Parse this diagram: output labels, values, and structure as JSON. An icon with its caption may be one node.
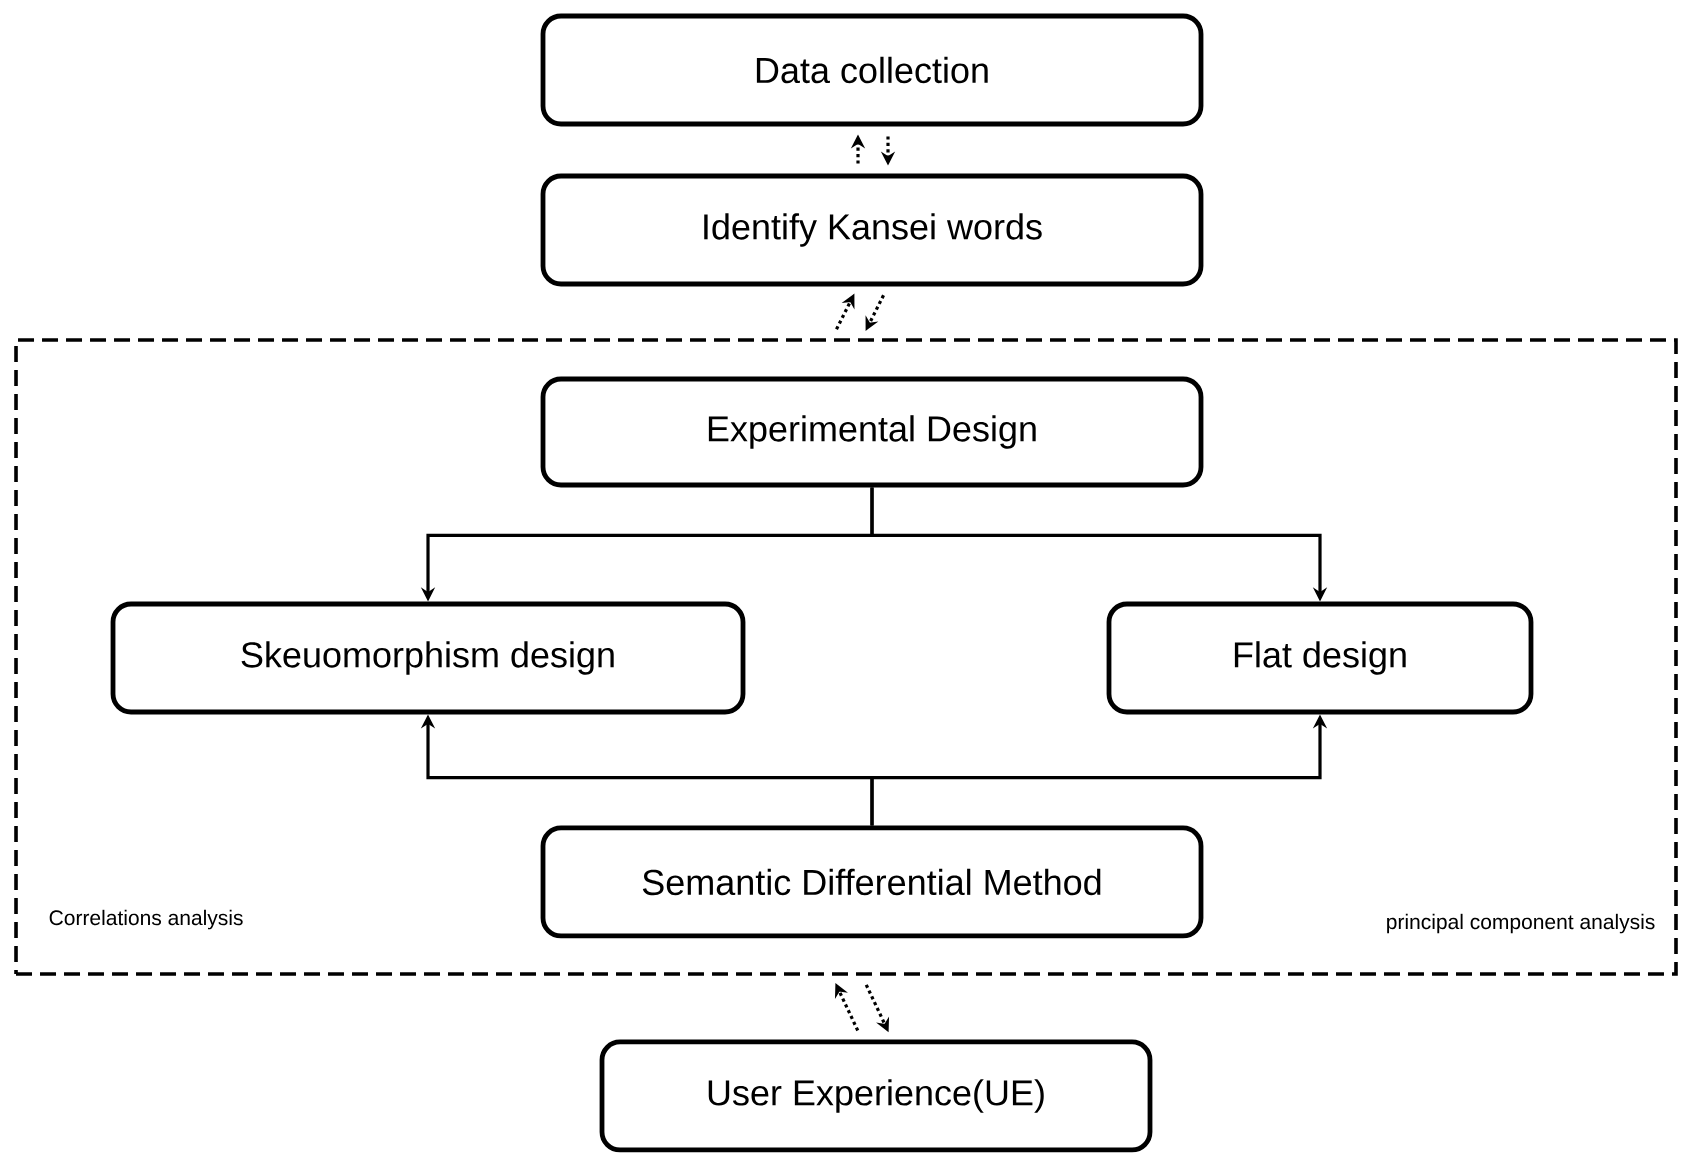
{
  "diagram": {
    "nodes": [
      {
        "text": [
          "Data collection"
        ]
      },
      {
        "text": [
          "Identify Kansei words"
        ]
      },
      {
        "text": [
          "Correlations analysis",
          "principal component analysis"
        ]
      },
      {
        "text": [
          "Experimental Design"
        ],
        "in": 2
      },
      {
        "text": [
          "Skeuomorphism design"
        ],
        "in": 2
      },
      {
        "text": [
          "Flat design"
        ],
        "in": 2
      },
      {
        "text": [
          "Semantic Differential Method"
        ],
        "in": 2
      },
      {
        "text": [
          "User Experience(UE)"
        ]
      }
    ],
    "edges": [
      {
        "from": 1,
        "to": 0,
        "arrow": "to",
        "style": "dashed"
      },
      {
        "from": 0,
        "to": 1,
        "arrow": "to",
        "style": "dashed"
      },
      {
        "from": 2,
        "to": 1,
        "arrow": "to",
        "style": "dashed"
      },
      {
        "from": 1,
        "to": 2,
        "arrow": "to",
        "style": "dashed"
      },
      {
        "from": 3,
        "to": 4,
        "arrow": "to"
      },
      {
        "from": 3,
        "to": 5,
        "arrow": "to"
      },
      {
        "from": 6,
        "to": 4,
        "arrow": "to"
      },
      {
        "from": 6,
        "to": 5,
        "arrow": "to"
      },
      {
        "from": 7,
        "to": 2,
        "arrow": "to",
        "style": "dashed"
      },
      {
        "from": 2,
        "to": 7,
        "arrow": "to",
        "style": "dashed"
      }
    ]
  }
}
